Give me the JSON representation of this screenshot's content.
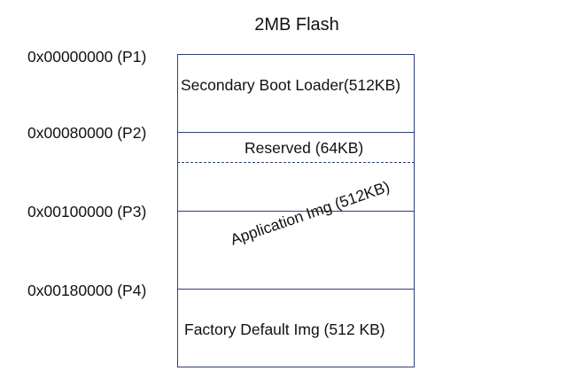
{
  "diagram": {
    "title": "2MB Flash",
    "addresses": [
      "0x00000000 (P1)",
      "0x00080000 (P2)",
      "0x00100000 (P3)",
      "0x00180000 (P4)"
    ],
    "segments": [
      "Secondary Boot Loader(512KB)",
      "Reserved (64KB)",
      "Application Img (512KB)",
      "Factory Default Img (512 KB)"
    ],
    "colors": {
      "border": "#2e3f7a",
      "text": "#111111"
    }
  }
}
